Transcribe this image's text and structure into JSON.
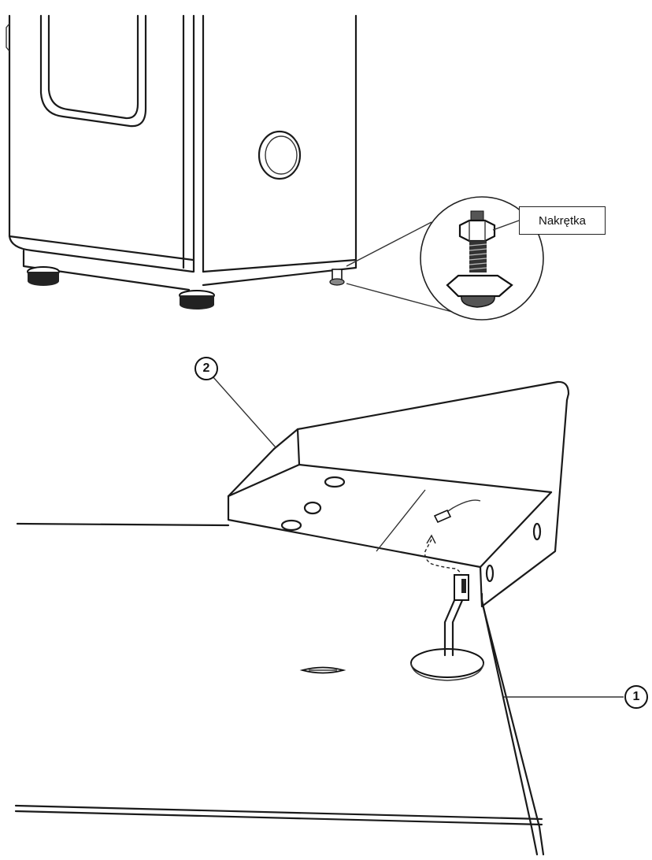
{
  "labels": {
    "nut": "Nakrętka"
  },
  "callouts": {
    "one": "1",
    "two": "2"
  },
  "colors": {
    "line": "#1a1a1a",
    "background": "#ffffff"
  }
}
